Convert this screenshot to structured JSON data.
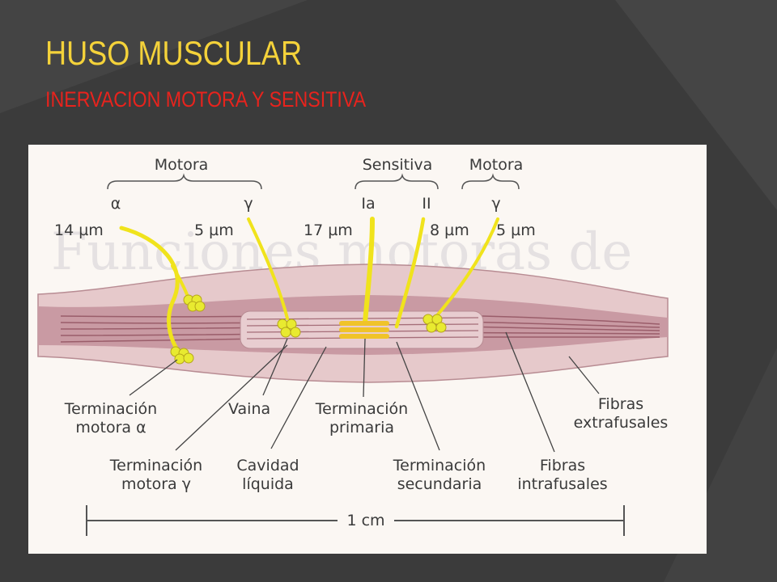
{
  "slide": {
    "title": "HUSO MUSCULAR",
    "subtitle": "INERVACION MOTORA Y SENSITIVA",
    "colors": {
      "background": "#3b3b3b",
      "title": "#f4d23a",
      "subtitle": "#e8231d",
      "nerve": "#f0e31c",
      "muscle": "#c5909a"
    }
  },
  "diagram": {
    "watermark": "Funciones motoras de",
    "group_labels": {
      "motora_left": "Motora",
      "sensitiva": "Sensitiva",
      "motora_right": "Motora"
    },
    "fiber_types": {
      "alpha": "α",
      "gamma_left": "γ",
      "ia": "Ia",
      "ii": "II",
      "gamma_right": "γ"
    },
    "diameters": {
      "alpha": "14 µm",
      "gamma_left": "5 µm",
      "ia": "17 µm",
      "ii": "8 µm",
      "gamma_right": "5 µm"
    },
    "labels": {
      "term_motora_alpha": "Terminación\nmotora α",
      "vaina": "Vaina",
      "term_primaria": "Terminación\nprimaria",
      "fibras_extrafusales": "Fibras\nextrafusales",
      "term_motora_gamma": "Terminación\nmotora γ",
      "cavidad_liquida": "Cavidad\nlíquida",
      "term_secundaria": "Terminación\nsecundaria",
      "fibras_intrafusales": "Fibras\nintrafusales"
    },
    "scale_label": "1 cm"
  }
}
